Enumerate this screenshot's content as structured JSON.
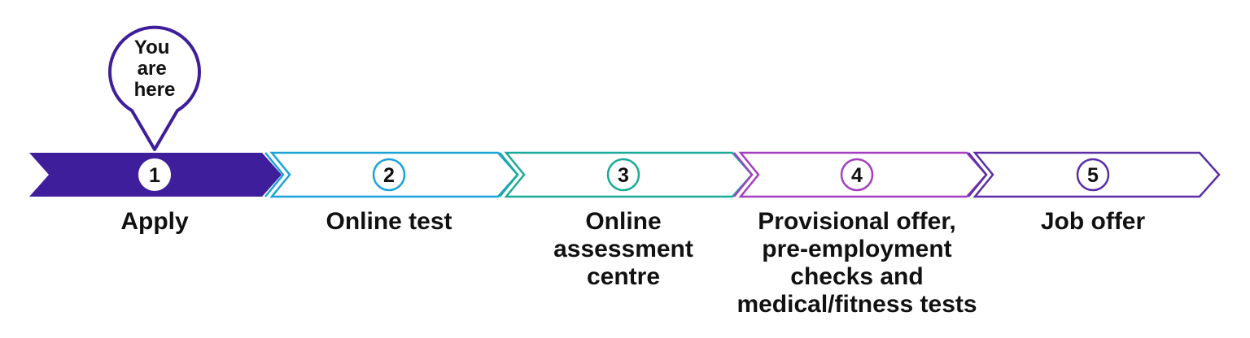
{
  "marker": {
    "text": "You\nare\nhere"
  },
  "steps": [
    {
      "number": "1",
      "label": "Apply",
      "color": "#3f1e9c",
      "filled": true
    },
    {
      "number": "2",
      "label": "Online test",
      "color": "#1aa3d9",
      "filled": false
    },
    {
      "number": "3",
      "label": "Online\nassessment\ncentre",
      "color": "#19ab97",
      "filled": false
    },
    {
      "number": "4",
      "label": "Provisional offer,\npre-employment\nchecks and\nmedical/fitness tests",
      "color": "#a33fc0",
      "filled": false
    },
    {
      "number": "5",
      "label": "Job offer",
      "color": "#5a2ea6",
      "filled": false
    }
  ],
  "colors": {
    "marker": "#3f1e9c",
    "text": "#111111",
    "background": "#ffffff"
  }
}
